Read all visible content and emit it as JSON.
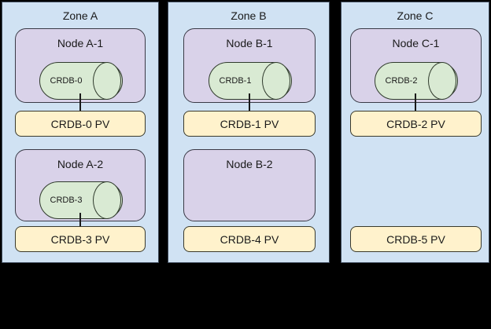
{
  "diagram": {
    "title_present": false,
    "colors": {
      "background": "#000000",
      "zone_fill": "#d0e2f3",
      "zone_stroke": "#3c4858",
      "node_fill": "#d9d2e9",
      "node_stroke": "#3a3a46",
      "cylinder_fill": "#d9ead3",
      "cylinder_stroke": "#2f3a2c",
      "pv_fill": "#fff2cc",
      "pv_stroke": "#3a3a2c",
      "connector": "#1a1a1a"
    }
  },
  "zones": [
    {
      "id": "zone-a",
      "label": "Zone A",
      "nodes": [
        {
          "id": "node-a-1",
          "label": "Node A-1",
          "cylinder": {
            "label": "CRDB-0"
          },
          "connected": true
        },
        {
          "id": "node-a-2",
          "label": "Node A-2",
          "cylinder": {
            "label": "CRDB-3"
          },
          "connected": true
        }
      ],
      "volumes": [
        {
          "id": "pv-crdb-0",
          "label": "CRDB-0 PV"
        },
        {
          "id": "pv-crdb-3",
          "label": "CRDB-3 PV"
        }
      ]
    },
    {
      "id": "zone-b",
      "label": "Zone B",
      "nodes": [
        {
          "id": "node-b-1",
          "label": "Node B-1",
          "cylinder": {
            "label": "CRDB-1"
          },
          "connected": true
        },
        {
          "id": "node-b-2",
          "label": "Node B-2",
          "cylinder": null,
          "connected": false
        }
      ],
      "volumes": [
        {
          "id": "pv-crdb-1",
          "label": "CRDB-1 PV"
        },
        {
          "id": "pv-crdb-4",
          "label": "CRDB-4 PV"
        }
      ]
    },
    {
      "id": "zone-c",
      "label": "Zone C",
      "nodes": [
        {
          "id": "node-c-1",
          "label": "Node C-1",
          "cylinder": {
            "label": "CRDB-2"
          },
          "connected": true
        }
      ],
      "volumes": [
        {
          "id": "pv-crdb-2",
          "label": "CRDB-2 PV"
        },
        {
          "id": "pv-crdb-5",
          "label": "CRDB-5 PV"
        }
      ]
    }
  ]
}
